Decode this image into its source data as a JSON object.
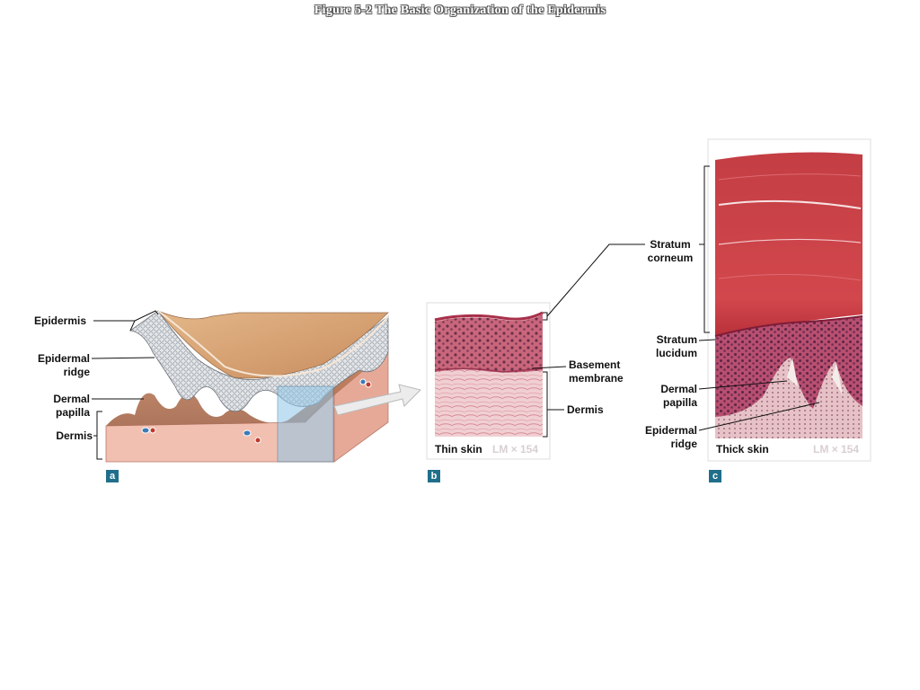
{
  "title": "Figure 5-2  The Basic Organization of the Epidermis",
  "panel_a": {
    "letter": "a",
    "labels": {
      "epidermis": "Epidermis",
      "epidermal_ridge": "Epidermal\nridge",
      "dermal_papilla": "Dermal\npapilla",
      "dermis": "Dermis"
    }
  },
  "panel_b": {
    "letter": "b",
    "caption": "Thin skin",
    "magnification": "LM × 154",
    "labels": {
      "basement_membrane": "Basement\nmembrane",
      "dermis": "Dermis"
    }
  },
  "panel_c": {
    "letter": "c",
    "caption": "Thick skin",
    "magnification": "LM × 154",
    "labels": {
      "stratum_corneum": "Stratum\ncorneum",
      "stratum_lucidum": "Stratum\nlucidum",
      "dermal_papilla": "Dermal\npapilla",
      "epidermal_ridge": "Epidermal\nridge"
    }
  },
  "colors": {
    "panel_letter_bg": "#1f6f8b",
    "dermis": "#f2c2b4",
    "epidermis_top": "#d9a77a",
    "histology_red": "#c73a45"
  }
}
